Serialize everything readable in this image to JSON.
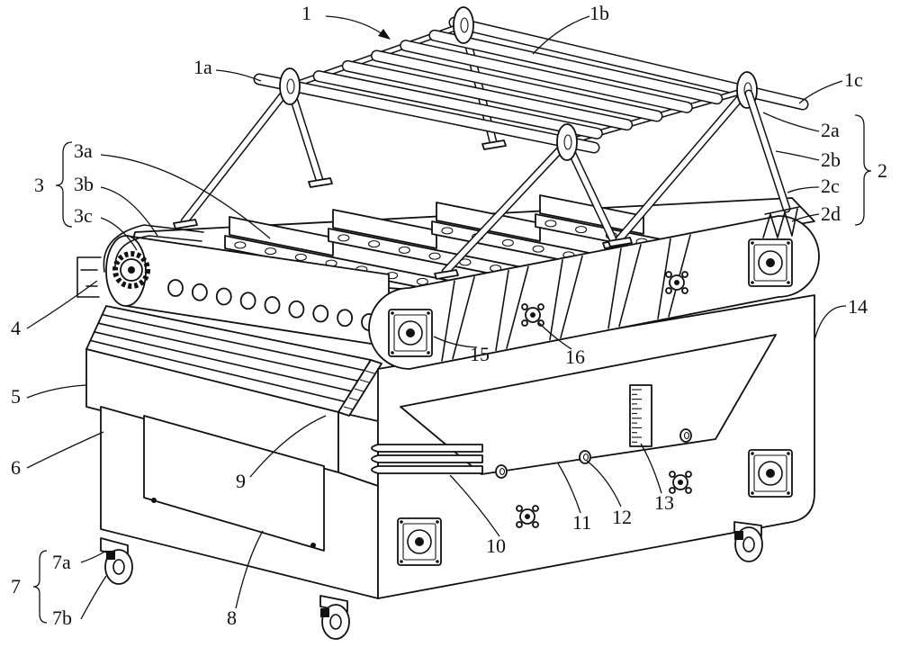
{
  "labels": {
    "n1": "1",
    "n1a": "1a",
    "n1b": "1b",
    "n1c": "1c",
    "n2": "2",
    "n2a": "2a",
    "n2b": "2b",
    "n2c": "2c",
    "n2d": "2d",
    "n3": "3",
    "n3a": "3a",
    "n3b": "3b",
    "n3c": "3c",
    "n4": "4",
    "n5": "5",
    "n6": "6",
    "n7": "7",
    "n7a": "7a",
    "n7b": "7b",
    "n8": "8",
    "n9": "9",
    "n10": "10",
    "n11": "11",
    "n12": "12",
    "n13": "13",
    "n14": "14",
    "n15": "15",
    "n16": "16"
  },
  "colors": {
    "line": "#111111",
    "background": "#ffffff"
  }
}
